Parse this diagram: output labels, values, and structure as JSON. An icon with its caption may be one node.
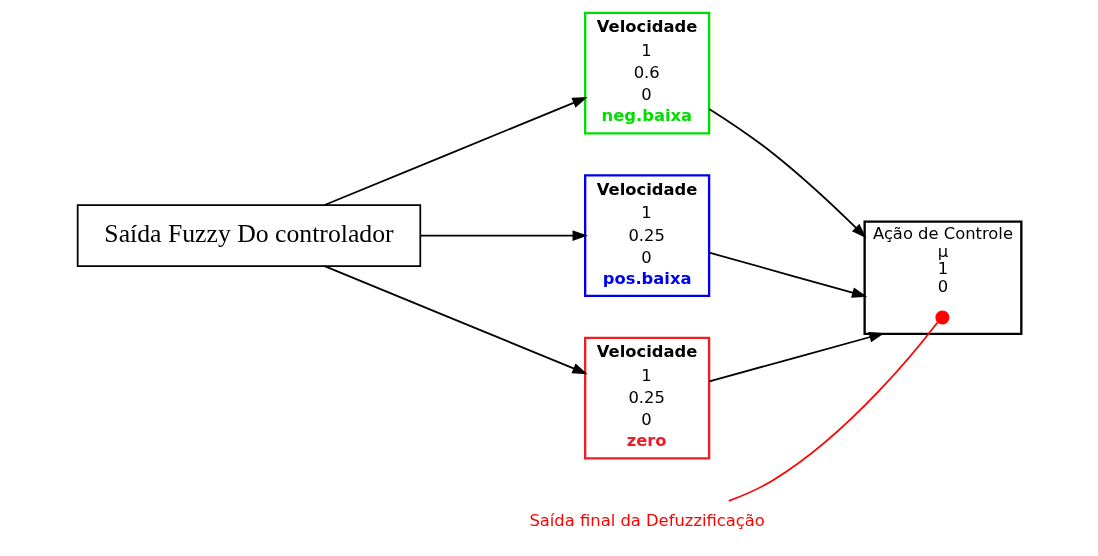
{
  "diagram": {
    "nodes": [
      {
        "text": [
          "Saída Fuzzy Do controlador"
        ]
      },
      {
        "text": [
          "Velocidade",
          "1",
          "0.6",
          "0",
          "neg.baixa"
        ]
      },
      {
        "text": [
          "Velocidade",
          "1",
          "0.25",
          "0",
          "pos.baixa"
        ]
      },
      {
        "text": [
          "Velocidade",
          "1",
          "0.25",
          "0",
          "zero"
        ]
      },
      {
        "text": [
          "Ação de Controle",
          "μ",
          "1",
          "0"
        ]
      },
      {
        "text": [],
        "shape": "circle",
        "in": 4
      },
      {
        "text": [
          "Saída final da Defuzzificação"
        ]
      }
    ],
    "edges": [
      {
        "from": 0,
        "to": 1,
        "arrow": "to"
      },
      {
        "from": 0,
        "to": 2,
        "arrow": "to"
      },
      {
        "from": 0,
        "to": 3,
        "arrow": "to"
      },
      {
        "from": 1,
        "to": 4,
        "arrow": "to"
      },
      {
        "from": 2,
        "to": 4,
        "arrow": "to"
      },
      {
        "from": 3,
        "to": 4,
        "arrow": "to"
      },
      {
        "from": 6,
        "to": 5,
        "arrow": "none",
        "color": "#ff0000"
      }
    ]
  }
}
